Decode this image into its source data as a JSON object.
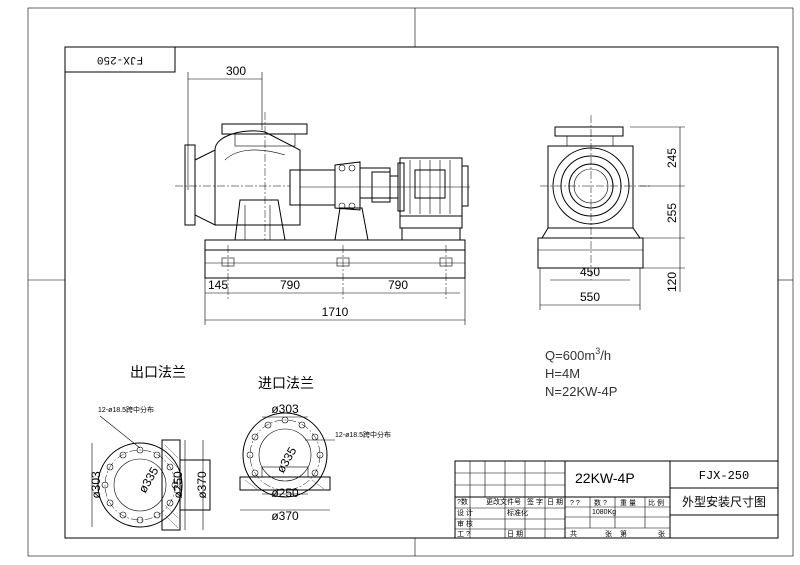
{
  "drawing": {
    "code_box": "FJX-250",
    "model": "FJX-250",
    "title": "外型安装尺寸图",
    "motor": "22KW-4P",
    "weight": "1080Kg"
  },
  "specs": {
    "q_prefix": "Q=600m",
    "q_sup": "3",
    "q_suffix": "/h",
    "h": "H=4M",
    "n": "N=22KW-4P"
  },
  "dims_front": {
    "top": "300",
    "base_a": "145",
    "base_b": "790",
    "base_c": "790",
    "total": "1710"
  },
  "dims_side": {
    "h_top": "245",
    "h_mid": "255",
    "h_base": "120",
    "w_inner": "450",
    "w_outer": "550"
  },
  "outlet": {
    "label": "出口法兰",
    "holes": "12-ø18.5跨中分布",
    "d_pcd": "ø335",
    "d_bore": "ø303",
    "d_flange": "ø370",
    "d_inner": "ø250"
  },
  "inlet": {
    "label": "进口法兰",
    "holes": "12-ø18.5跨中分布",
    "d_pcd": "ø335",
    "d_bore": "ø303",
    "d_inner": "ø250",
    "d_flange": "ø370"
  },
  "title_block": {
    "r1": [
      "?数",
      "更改文件号",
      "签 字",
      "日 期"
    ],
    "r2": [
      "设 计",
      "",
      "标准化"
    ],
    "r3": [
      "审 核",
      "",
      ""
    ],
    "r4": [
      "工 ?",
      "",
      "日 期"
    ],
    "meta": [
      "? ?",
      "数 ?",
      "重 量",
      "比 例"
    ],
    "sheet": [
      "共",
      "张",
      "第",
      "张"
    ]
  }
}
